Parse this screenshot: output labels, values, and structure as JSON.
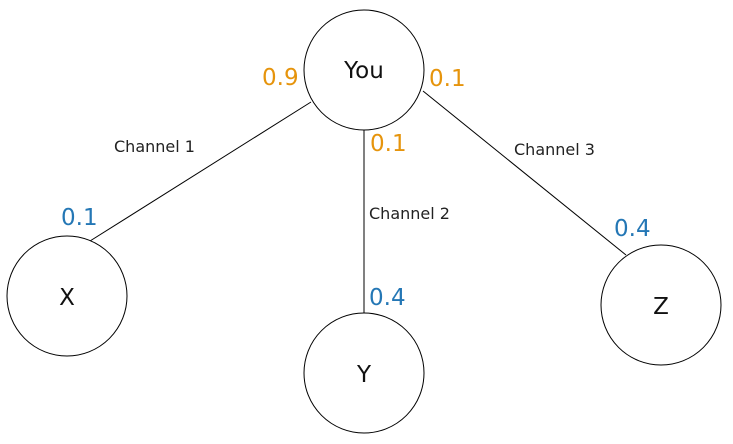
{
  "colors": {
    "outgoing_weight": "#e6940c",
    "incoming_weight": "#2477b5",
    "stroke": "#000000",
    "background": "#ffffff"
  },
  "nodes": {
    "you": {
      "label": "You"
    },
    "x": {
      "label": "X"
    },
    "y": {
      "label": "Y"
    },
    "z": {
      "label": "Z"
    }
  },
  "channels": [
    {
      "label": "Channel 1",
      "from_weight": "0.9",
      "to_weight": "0.1",
      "target": "X"
    },
    {
      "label": "Channel 2",
      "from_weight": "0.1",
      "to_weight": "0.4",
      "target": "Y"
    },
    {
      "label": "Channel 3",
      "from_weight": "0.1",
      "to_weight": "0.4",
      "target": "Z"
    }
  ]
}
